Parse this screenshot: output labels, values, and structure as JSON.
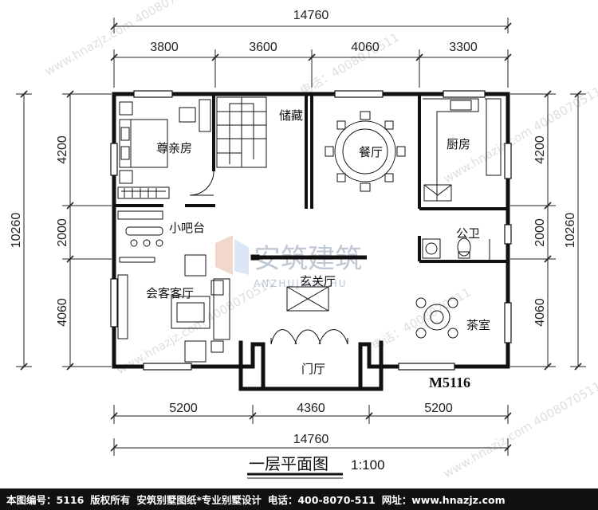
{
  "dimensions": {
    "top_total": "14760",
    "top_segments": [
      "3800",
      "3600",
      "4060",
      "3300"
    ],
    "bottom_segments": [
      "5200",
      "4360",
      "5200"
    ],
    "bottom_total": "14760",
    "left_total": "10260",
    "left_segments": [
      "4200",
      "2000",
      "4060"
    ],
    "right_segments": [
      "4200",
      "2000",
      "4060"
    ],
    "right_total": "10260"
  },
  "rooms": {
    "master_bedroom": "尊亲房",
    "storage": "储藏",
    "dining": "餐厅",
    "kitchen": "厨房",
    "bar": "小吧台",
    "bathroom": "公卫",
    "foyer": "玄关厅",
    "living": "会客客厅",
    "tea_room": "茶室",
    "entrance": "门厅"
  },
  "plan_code": "M5116",
  "plan_title": "一层平面图",
  "scale": "1:100",
  "watermark": {
    "brand_cn": "安筑建筑",
    "brand_en": "ANZHUJIANZHU"
  },
  "footer": {
    "plan_no": "本图编号：5116",
    "rights": "版权所有",
    "slogan": "安筑别墅图纸*专业别墅设计",
    "phone": "电话：400-8070-511",
    "website": "网址：www.hnazjz.com"
  }
}
